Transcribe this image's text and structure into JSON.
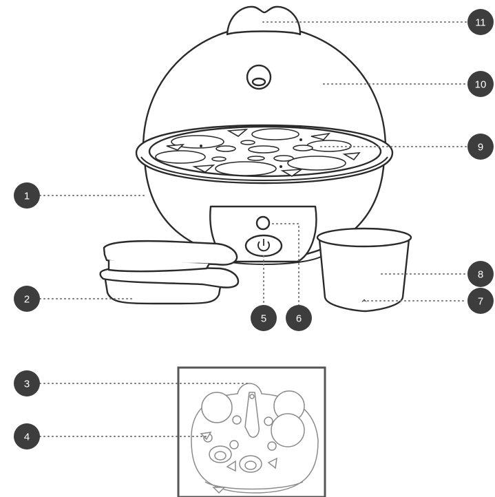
{
  "callouts": [
    {
      "id": "callout-1",
      "label": "1"
    },
    {
      "id": "callout-2",
      "label": "2"
    },
    {
      "id": "callout-3",
      "label": "3"
    },
    {
      "id": "callout-4",
      "label": "4"
    },
    {
      "id": "callout-5",
      "label": "5"
    },
    {
      "id": "callout-6",
      "label": "6"
    },
    {
      "id": "callout-7",
      "label": "7"
    },
    {
      "id": "callout-8",
      "label": "8"
    },
    {
      "id": "callout-9",
      "label": "9"
    },
    {
      "id": "callout-10",
      "label": "10"
    },
    {
      "id": "callout-11",
      "label": "11"
    }
  ],
  "cup_marker": "^",
  "colors": {
    "line": "#2a2a2a",
    "badge": "#3d3d3d",
    "leader": "#777777",
    "inset_frame": "#555555"
  }
}
